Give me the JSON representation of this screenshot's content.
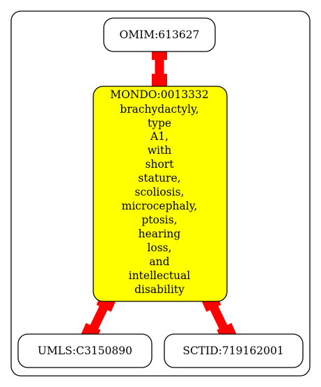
{
  "colors": {
    "background": "#ffffff",
    "node_fill": "#ffffff",
    "center_fill": "#ffff00",
    "stroke": "#000000",
    "edge": "#ff0000"
  },
  "nodes": {
    "omim": {
      "label": "OMIM:613627"
    },
    "mondo": {
      "label_lines": [
        "MONDO:0013332",
        "brachydactyly,",
        "type",
        "A1,",
        "with",
        "short",
        "stature,",
        "scoliosis,",
        "microcephaly,",
        "ptosis,",
        "hearing",
        "loss,",
        "and",
        "intellectual",
        "disability"
      ]
    },
    "umls": {
      "label": "UMLS:C3150890"
    },
    "sctid": {
      "label": "SCTID:719162001"
    }
  },
  "edges": [
    {
      "from": "omim",
      "to": "mondo"
    },
    {
      "from": "mondo",
      "to": "umls"
    },
    {
      "from": "mondo",
      "to": "sctid"
    }
  ]
}
